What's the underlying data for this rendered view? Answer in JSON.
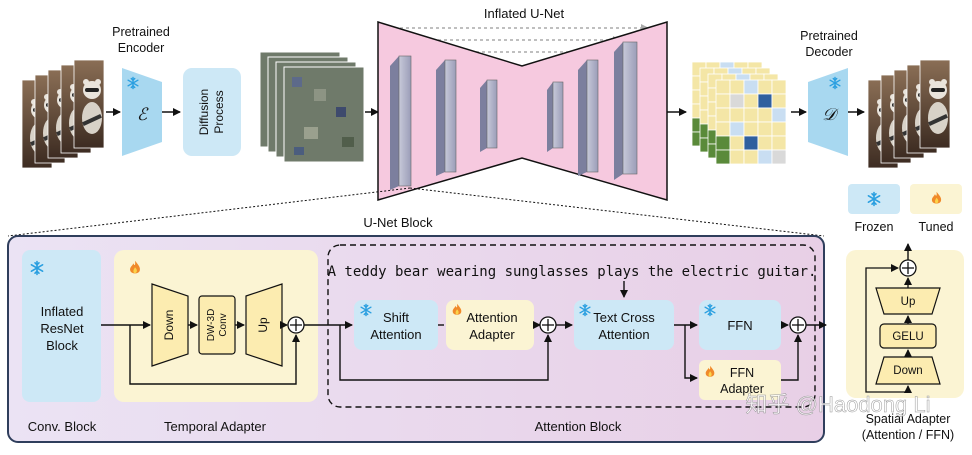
{
  "top": {
    "pretrained_encoder": [
      "Pretrained",
      "Encoder"
    ],
    "encoder_symbol": "ℰ",
    "diffusion_process": [
      "Diffusion",
      "Process"
    ],
    "inflated_unet": "Inflated U-Net",
    "pretrained_decoder": [
      "Pretrained",
      "Decoder"
    ],
    "decoder_symbol": "𝒟",
    "unet_block": "U-Net Block"
  },
  "legend": {
    "frozen": "Frozen",
    "tuned": "Tuned"
  },
  "icons": {
    "frozen": "snowflake-icon",
    "tuned": "flame-icon"
  },
  "colors": {
    "frozen": "#cde8f6",
    "tuned": "#fbf4d3",
    "unet_fill": "#f6c9df",
    "panel_grad_left": "#ebe3f4",
    "panel_grad_right": "#e8cfe6",
    "snowflake": "#2a9fe0",
    "flame": "#f08a2a",
    "panel_border": "#2f3e5c"
  },
  "block": {
    "prompt": "A teddy bear wearing sunglasses plays the electric guitar.",
    "resnet": [
      "Inflated",
      "ResNet",
      "Block"
    ],
    "down": "Down",
    "dw3d": [
      "DW-3D",
      "Conv"
    ],
    "up": "Up",
    "shift_attention": [
      "Shift",
      "Attention"
    ],
    "attention_adapter": [
      "Attention",
      "Adapter"
    ],
    "text_cross_attention": [
      "Text Cross",
      "Attention"
    ],
    "ffn": "FFN",
    "ffn_adapter": [
      "FFN",
      "Adapter"
    ],
    "conv_block_label": "Conv. Block",
    "temporal_adapter_label": "Temporal Adapter",
    "attention_block_label": "Attention Block"
  },
  "spatial": {
    "up": "Up",
    "gelu": "GELU",
    "down": "Down",
    "label": [
      "Spatial Adapter",
      "(Attention / FFN)"
    ]
  },
  "watermark": "知乎 @Haodong Li"
}
